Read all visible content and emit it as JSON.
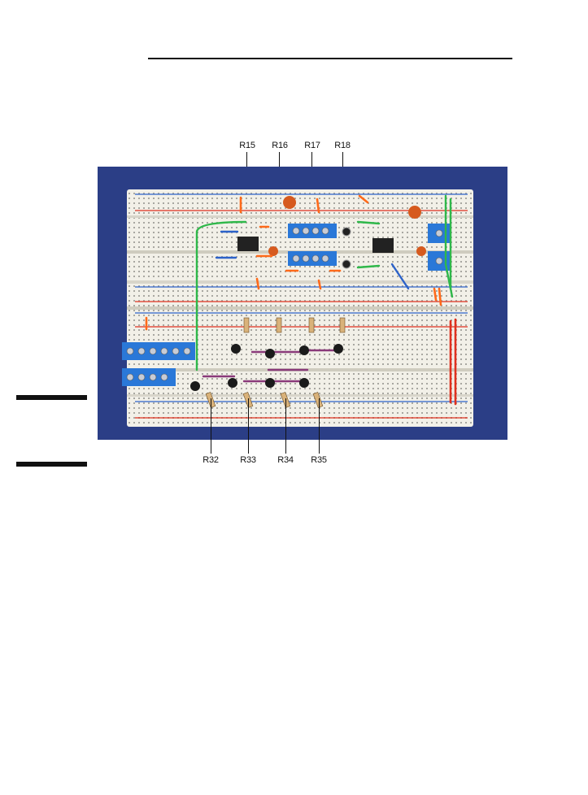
{
  "figure": {
    "top_labels": [
      "R15",
      "R16",
      "R17",
      "R18"
    ],
    "bottom_labels": [
      "R32",
      "R33",
      "R34",
      "R35"
    ]
  },
  "colors": {
    "backdrop": "#2b3e86",
    "breadboard": "#f2f0e8",
    "rail_red": "#e0301e",
    "rail_blue": "#2c62c9",
    "terminal_block": "#2a78d8",
    "wire_orange": "#ff6a1a",
    "wire_green": "#2fb84a",
    "wire_purple": "#8a3a7a",
    "ic_body": "#222222"
  }
}
